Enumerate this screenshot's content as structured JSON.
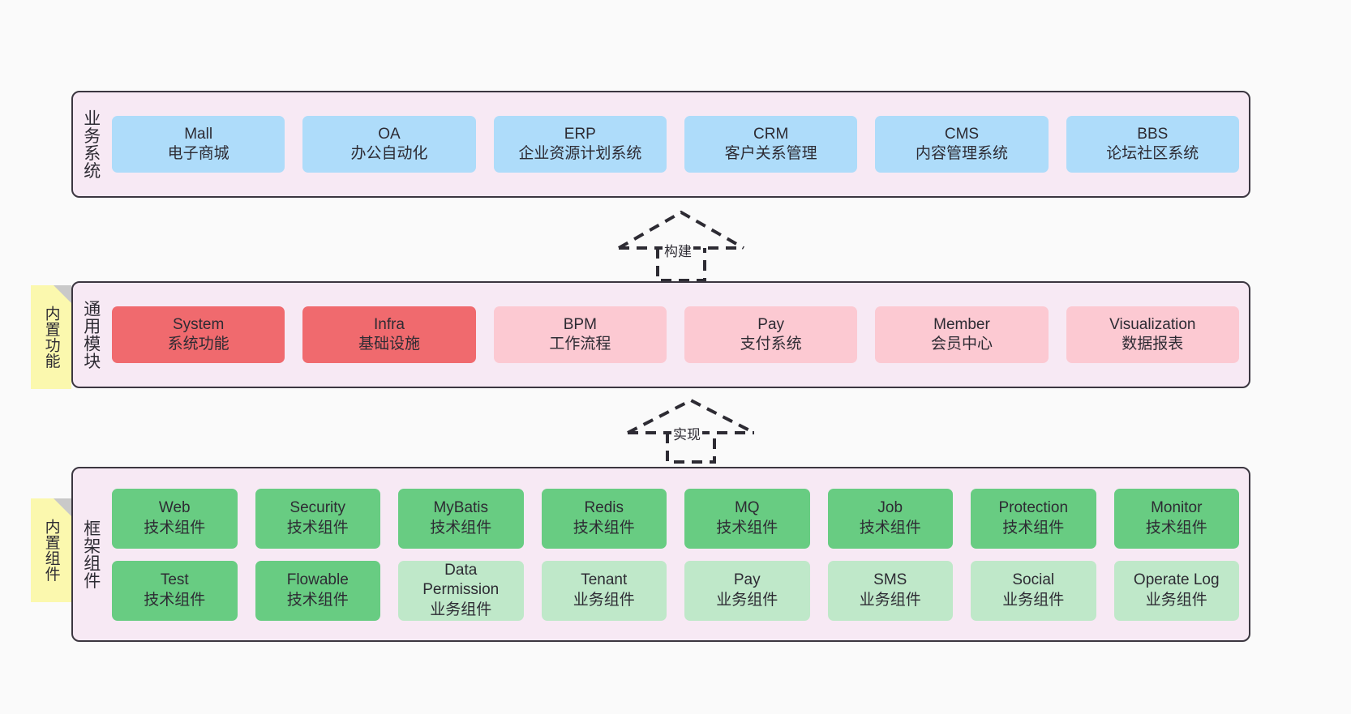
{
  "colors": {
    "background": "#fafafa",
    "layer_fill": "#f7e9f4",
    "layer_border": "#3b3640",
    "business_card": "#aedcfa",
    "common_core_card": "#f06a6e",
    "common_card": "#fcc9d2",
    "tech_component_card": "#68cc82",
    "business_component_card": "#bfe8c9",
    "sticky_note": "#fbf8ae",
    "sticky_fold": "#c9c9c9",
    "text": "#2d2b33"
  },
  "layers": [
    {
      "id": "business",
      "title": "业务系统",
      "rows": [
        {
          "cards": [
            {
              "en": "Mall",
              "cn": "电子商城",
              "style": "c-blue"
            },
            {
              "en": "OA",
              "cn": "办公自动化",
              "style": "c-blue"
            },
            {
              "en": "ERP",
              "cn": "企业资源计划系统",
              "style": "c-blue"
            },
            {
              "en": "CRM",
              "cn": "客户关系管理",
              "style": "c-blue"
            },
            {
              "en": "CMS",
              "cn": "内容管理系统",
              "style": "c-blue"
            },
            {
              "en": "BBS",
              "cn": "论坛社区系统",
              "style": "c-blue"
            }
          ]
        }
      ]
    },
    {
      "id": "common",
      "title": "通用模块",
      "sticky": "内置功能",
      "rows": [
        {
          "cards": [
            {
              "en": "System",
              "cn": "系统功能",
              "style": "c-red"
            },
            {
              "en": "Infra",
              "cn": "基础设施",
              "style": "c-red"
            },
            {
              "en": "BPM",
              "cn": "工作流程",
              "style": "c-pink"
            },
            {
              "en": "Pay",
              "cn": "支付系统",
              "style": "c-pink"
            },
            {
              "en": "Member",
              "cn": "会员中心",
              "style": "c-pink"
            },
            {
              "en": "Visualization",
              "cn": "数据报表",
              "style": "c-pink"
            }
          ]
        }
      ]
    },
    {
      "id": "framework",
      "title": "框架组件",
      "sticky": "内置组件",
      "rows": [
        {
          "cards": [
            {
              "en": "Web",
              "cn": "技术组件",
              "style": "c-green"
            },
            {
              "en": "Security",
              "cn": "技术组件",
              "style": "c-green"
            },
            {
              "en": "MyBatis",
              "cn": "技术组件",
              "style": "c-green"
            },
            {
              "en": "Redis",
              "cn": "技术组件",
              "style": "c-green"
            },
            {
              "en": "MQ",
              "cn": "技术组件",
              "style": "c-green"
            },
            {
              "en": "Job",
              "cn": "技术组件",
              "style": "c-green"
            },
            {
              "en": "Protection",
              "cn": "技术组件",
              "style": "c-green"
            },
            {
              "en": "Monitor",
              "cn": "技术组件",
              "style": "c-green"
            }
          ]
        },
        {
          "cards": [
            {
              "en": "Test",
              "cn": "技术组件",
              "style": "c-green"
            },
            {
              "en": "Flowable",
              "cn": "技术组件",
              "style": "c-green"
            },
            {
              "en": "Data Permission",
              "cn": "业务组件",
              "style": "c-greenlight"
            },
            {
              "en": "Tenant",
              "cn": "业务组件",
              "style": "c-greenlight"
            },
            {
              "en": "Pay",
              "cn": "业务组件",
              "style": "c-greenlight"
            },
            {
              "en": "SMS",
              "cn": "业务组件",
              "style": "c-greenlight"
            },
            {
              "en": "Social",
              "cn": "业务组件",
              "style": "c-greenlight"
            },
            {
              "en": "Operate Log",
              "cn": "业务组件",
              "style": "c-greenlight"
            }
          ]
        }
      ]
    }
  ],
  "connectors": [
    {
      "id": "build",
      "label": "构建"
    },
    {
      "id": "implement",
      "label": "实现"
    }
  ]
}
